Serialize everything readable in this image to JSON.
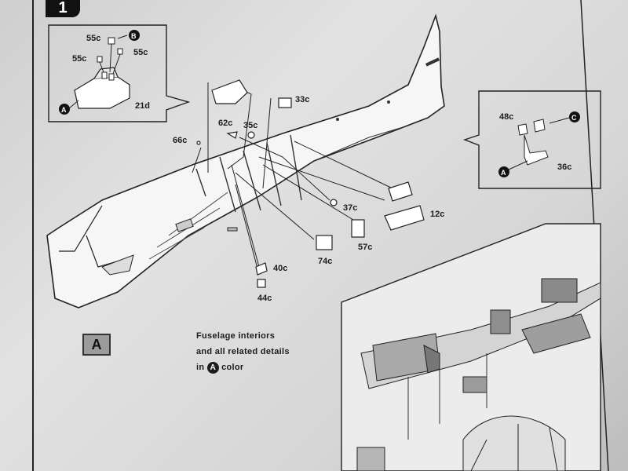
{
  "step": {
    "number": "1"
  },
  "color_box": {
    "letter": "A"
  },
  "caption": {
    "line1": "Fuselage interiors",
    "line2": "and all related details",
    "line3_prefix": "in",
    "line3_circle": "A",
    "line3_suffix": "color"
  },
  "callouts": {
    "p55c_top": "55c",
    "p55c_left": "55c",
    "p55c_right": "55c",
    "p21d": "21d",
    "circle_b": "B",
    "circle_a_inset": "A",
    "p66c": "66c",
    "p62c": "62c",
    "p35c": "35c",
    "p33c": "33c",
    "p37c": "37c",
    "p12c": "12c",
    "p57c": "57c",
    "p74c": "74c",
    "p40c": "40c",
    "p44c": "44c",
    "p48c": "48c",
    "circle_c": "C",
    "circle_a_right": "A",
    "p36c": "36c"
  }
}
